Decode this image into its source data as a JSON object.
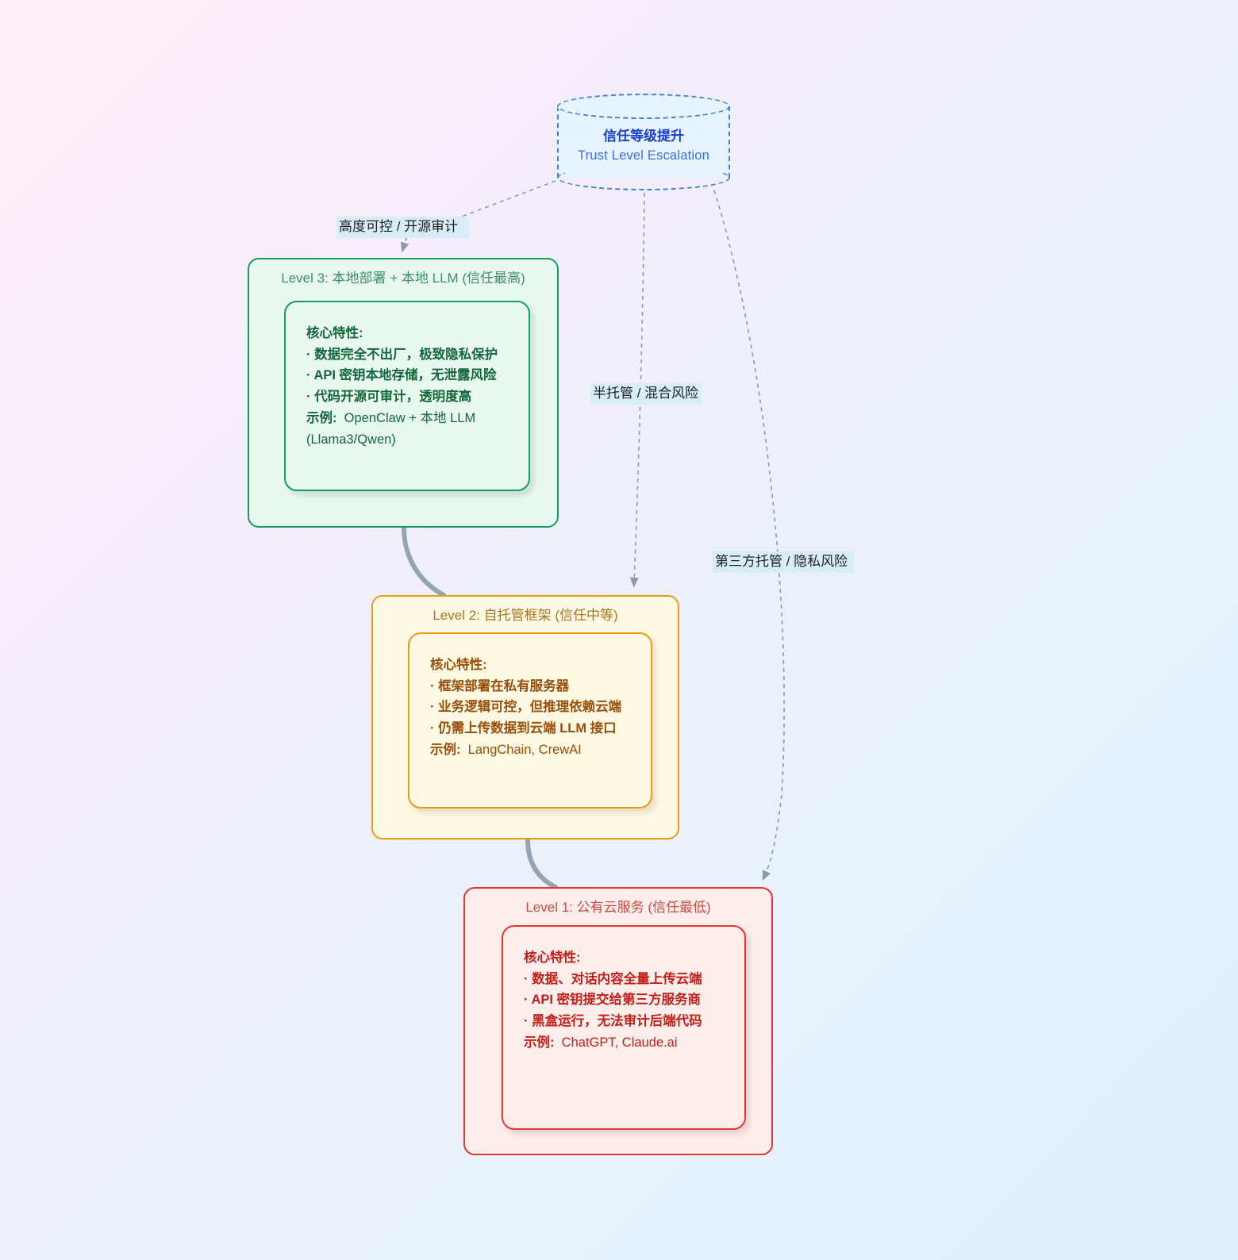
{
  "diagram": {
    "type": "flowchart",
    "title_node": {
      "zh": "信任等级提升",
      "en": "Trust Level Escalation",
      "shape": "cylinder",
      "border_color": "#3f7fe0",
      "fill": "#e8f4fd"
    },
    "edge_labels": [
      {
        "id": "to_level3",
        "text": "高度可控 / 开源审计"
      },
      {
        "id": "to_level2",
        "text": "半托管 / 混合风险"
      },
      {
        "id": "to_level1",
        "text": "第三方托管 / 隐私风险"
      }
    ],
    "levels": [
      {
        "id": "level3",
        "title": "Level 3: 本地部署 + 本地 LLM (信任最高)",
        "accent": "#13a05e",
        "fill": "#e9f9ef",
        "heading": "核心特性:",
        "bullets": [
          "· 数据完全不出厂，极致隐私保护",
          "· API 密钥本地存储，无泄露风险",
          "· 代码开源可审计，透明度高"
        ],
        "example_label": "示例:",
        "example_value": "OpenClaw + 本地 LLM (Llama3/Qwen)"
      },
      {
        "id": "level2",
        "title": "Level 2: 自托管框架 (信任中等)",
        "accent": "#e99b18",
        "fill": "#fef9e4",
        "heading": "核心特性:",
        "bullets": [
          "· 框架部署在私有服务器",
          "· 业务逻辑可控，但推理依赖云端",
          "· 仍需上传数据到云端 LLM 接口"
        ],
        "example_label": "示例:",
        "example_value": "LangChain, CrewAI"
      },
      {
        "id": "level1",
        "title": "Level 1: 公有云服务 (信任最低)",
        "accent": "#e8342f",
        "fill": "#fdeeec",
        "heading": "核心特性:",
        "bullets": [
          "· 数据、对话内容全量上传云端",
          "· API 密钥提交给第三方服务商",
          "· 黑盒运行，无法审计后端代码"
        ],
        "example_label": "示例:",
        "example_value": "ChatGPT, Claude.ai"
      }
    ],
    "connectors": [
      {
        "from": "title_node",
        "to": "level3",
        "style": "dashed",
        "color": "#8e9aa8"
      },
      {
        "from": "title_node",
        "to": "level2",
        "style": "dashed",
        "color": "#8e9aa8"
      },
      {
        "from": "title_node",
        "to": "level1",
        "style": "dashed",
        "color": "#8e9aa8"
      },
      {
        "from": "level3",
        "to": "level2",
        "style": "solid",
        "color": "#93a5b5"
      },
      {
        "from": "level2",
        "to": "level1",
        "style": "solid",
        "color": "#93a5b5"
      }
    ],
    "background": {
      "from": "#fdf0f7",
      "to": "#ddf0fc"
    }
  }
}
